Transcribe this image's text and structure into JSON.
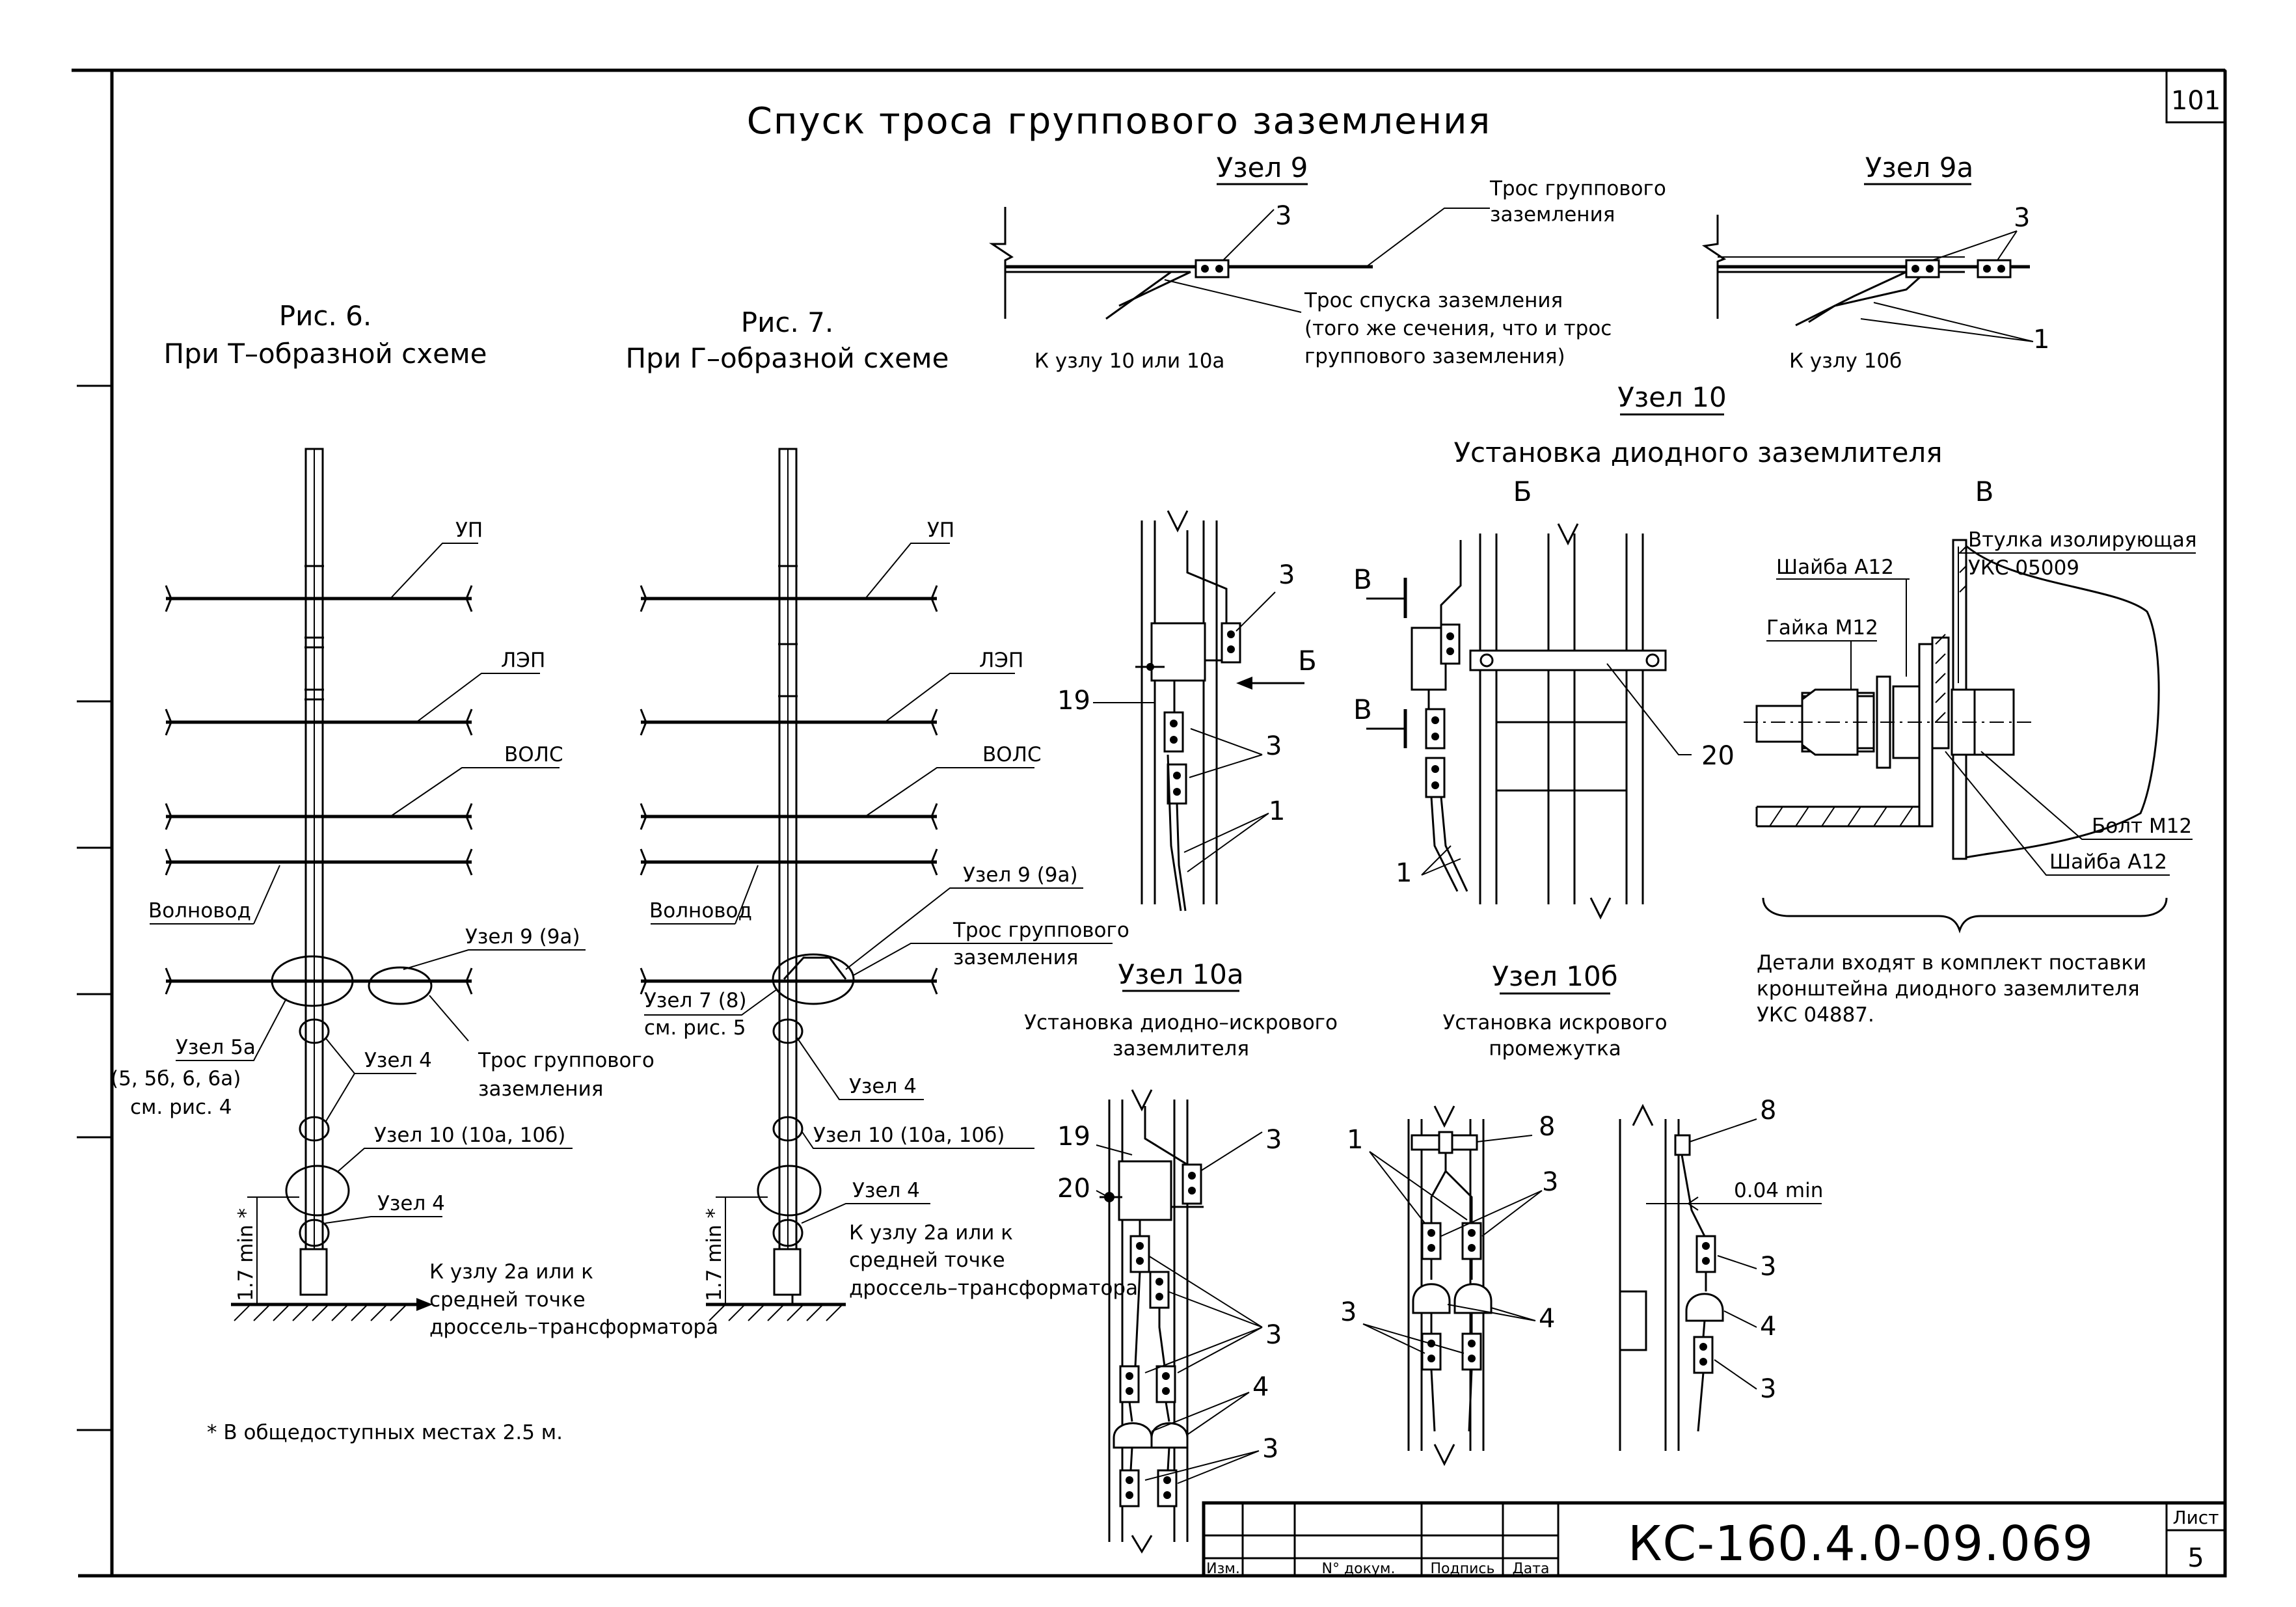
{
  "sheet_number": "101",
  "title": "Спуск троса группового заземления",
  "document_code": "КС-160.4.0-09.069",
  "sheet_label": "Лист",
  "sheet_page": "5",
  "stamp_headers": {
    "izm": "Изм.",
    "doc": "N° докум.",
    "sign": "Подпись",
    "date": "Дата"
  },
  "fig6": {
    "caption_1": "Рис. 6.",
    "caption_2": "При Т–образной схеме",
    "up": "УП",
    "lep": "ЛЭП",
    "vols": "ВОЛС",
    "volnovod": "Волновод",
    "uzel9": "Узел 9 (9а)",
    "uzel5a_1": "Узел 5а",
    "uzel5a_2": "(5, 5б, 6, 6а)",
    "uzel5a_3": "см. рис. 4",
    "uzel4_a": "Узел 4",
    "tros_1": "Трос группового",
    "tros_2": "заземления",
    "uzel10": "Узел 10 (10а, 10б)",
    "uzel4_b": "Узел 4",
    "height": "1.7 min *",
    "to_1": "К узлу 2а или к",
    "to_2": "средней точке",
    "to_3": "дроссель–трансформатора"
  },
  "fig7": {
    "caption_1": "Рис. 7.",
    "caption_2": "При Г–образной схеме",
    "up": "УП",
    "lep": "ЛЭП",
    "vols": "ВОЛС",
    "volnovod": "Волновод",
    "uzel9": "Узел 9 (9а)",
    "tros_1": "Трос группового",
    "tros_2": "заземления",
    "uzel7_1": "Узел 7 (8)",
    "uzel7_2": "см. рис. 5",
    "uzel4_a": "Узел 4",
    "uzel10": "Узел 10 (10а, 10б)",
    "uzel4_b": "Узел 4",
    "height": "1.7 min *",
    "to_1": "К узлу 2а или к",
    "to_2": "средней точке",
    "to_3": "дроссель–трансформатора"
  },
  "footnote": "* В общедоступных местах 2.5 м.",
  "uzel9": {
    "title": "Узел 9",
    "tros_1": "Трос группового",
    "tros_2": "заземления",
    "n3": "3",
    "spusk_1": "Трос спуска заземления",
    "spusk_2": "(того же сечения, что и трос",
    "spusk_3": "группового заземления)",
    "to": "К узлу 10 или 10а"
  },
  "uzel9a": {
    "title": "Узел 9а",
    "n3": "3",
    "n1": "1",
    "to": "К узлу 10б"
  },
  "uzel10": {
    "title": "Узел 10",
    "subtitle": "Установка диодного заземлителя",
    "view_b": "Б",
    "view_v": "В",
    "n3a": "3",
    "n19": "19",
    "n3b": "3",
    "n1": "1",
    "arrow_b": "Б",
    "v1": "В",
    "v2": "В",
    "n20": "20",
    "n1b": "1",
    "shayba1": "Шайба А12",
    "vtulka_1": "Втулка изолирующая",
    "vtulka_2": "УКС 05009",
    "gaika": "Гайка М12",
    "bolt": "Болт М12",
    "shayba2": "Шайба А12",
    "note_1": "Детали входят в комплект поставки",
    "note_2": "кронштейна диодного заземлителя",
    "note_3": "УКС 04887."
  },
  "uzel10a": {
    "title": "Узел 10а",
    "subtitle_1": "Установка диодно–искрового",
    "subtitle_2": "заземлителя",
    "n19": "19",
    "n20": "20",
    "n3a": "3",
    "n3b": "3",
    "n4": "4",
    "n3c": "3"
  },
  "uzel10b": {
    "title": "Узел 10б",
    "subtitle_1": "Установка искрового",
    "subtitle_2": "промежутка",
    "n1": "1",
    "n8": "8",
    "n3a": "3",
    "n3b": "3",
    "n4": "4",
    "n8b": "8",
    "dist": "0.04 min",
    "n3c": "3",
    "n4b": "4",
    "n3d": "3"
  }
}
